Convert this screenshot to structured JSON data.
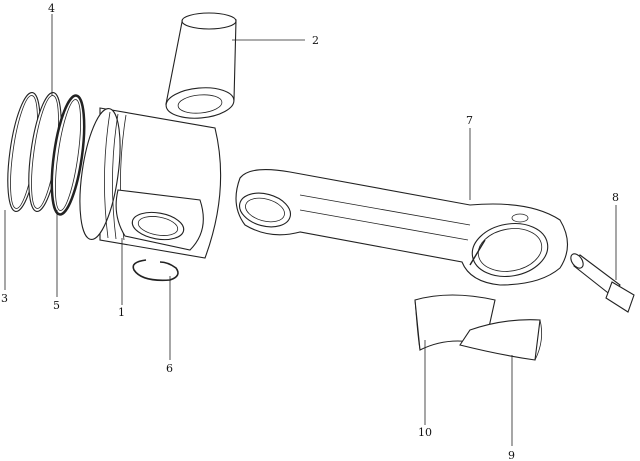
{
  "diagram": {
    "type": "exploded-parts-view",
    "callouts": [
      {
        "id": "1",
        "label": "1"
      },
      {
        "id": "2",
        "label": "2"
      },
      {
        "id": "3",
        "label": "3"
      },
      {
        "id": "4",
        "label": "4"
      },
      {
        "id": "5",
        "label": "5"
      },
      {
        "id": "6",
        "label": "6"
      },
      {
        "id": "7",
        "label": "7"
      },
      {
        "id": "8",
        "label": "8"
      },
      {
        "id": "9",
        "label": "9"
      },
      {
        "id": "10",
        "label": "10"
      }
    ]
  }
}
